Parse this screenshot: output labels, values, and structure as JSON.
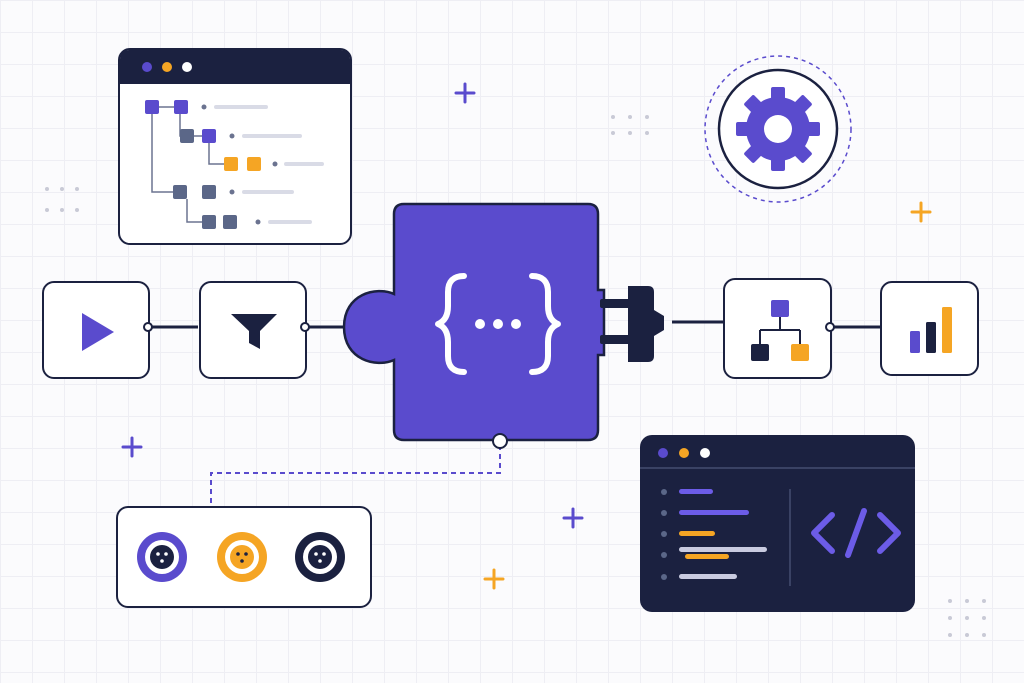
{
  "diagram": {
    "colors": {
      "navy": "#1b2140",
      "purple": "#5a4bcd",
      "orange": "#f5a524",
      "slate": "#5b6788",
      "light_bar": "#d9dbe6",
      "background": "#fbfbfd"
    },
    "pipeline": {
      "steps": [
        {
          "icon": "play-icon"
        },
        {
          "icon": "filter-icon"
        },
        {
          "icon": "code-braces-icon"
        },
        {
          "icon": "plug-icon"
        },
        {
          "icon": "hierarchy-icon"
        },
        {
          "icon": "bar-chart-icon"
        }
      ]
    },
    "tree_window": {
      "icon": "tree-structure-icon",
      "levels": 4
    },
    "gear_badge": {
      "icon": "gear-icon"
    },
    "connectors_panel": {
      "ports": [
        {
          "icon": "port-icon",
          "color": "#5a4bcd"
        },
        {
          "icon": "port-icon",
          "color": "#f5a524"
        },
        {
          "icon": "port-icon",
          "color": "#1b2140"
        }
      ]
    },
    "code_window": {
      "icon": "code-tag-icon"
    },
    "bar_chart_icon": {
      "levels": [
        0.45,
        0.65,
        0.95
      ],
      "colors": [
        "#5a4bcd",
        "#1b2140",
        "#f5a524"
      ]
    },
    "sparkles": [
      {
        "icon": "plus-sparkle-icon",
        "color": "#5a4bcd"
      },
      {
        "icon": "plus-sparkle-icon",
        "color": "#f5a524"
      },
      {
        "icon": "plus-sparkle-icon",
        "color": "#5a4bcd"
      },
      {
        "icon": "plus-sparkle-icon",
        "color": "#5a4bcd"
      },
      {
        "icon": "plus-sparkle-icon",
        "color": "#f5a524"
      }
    ]
  }
}
